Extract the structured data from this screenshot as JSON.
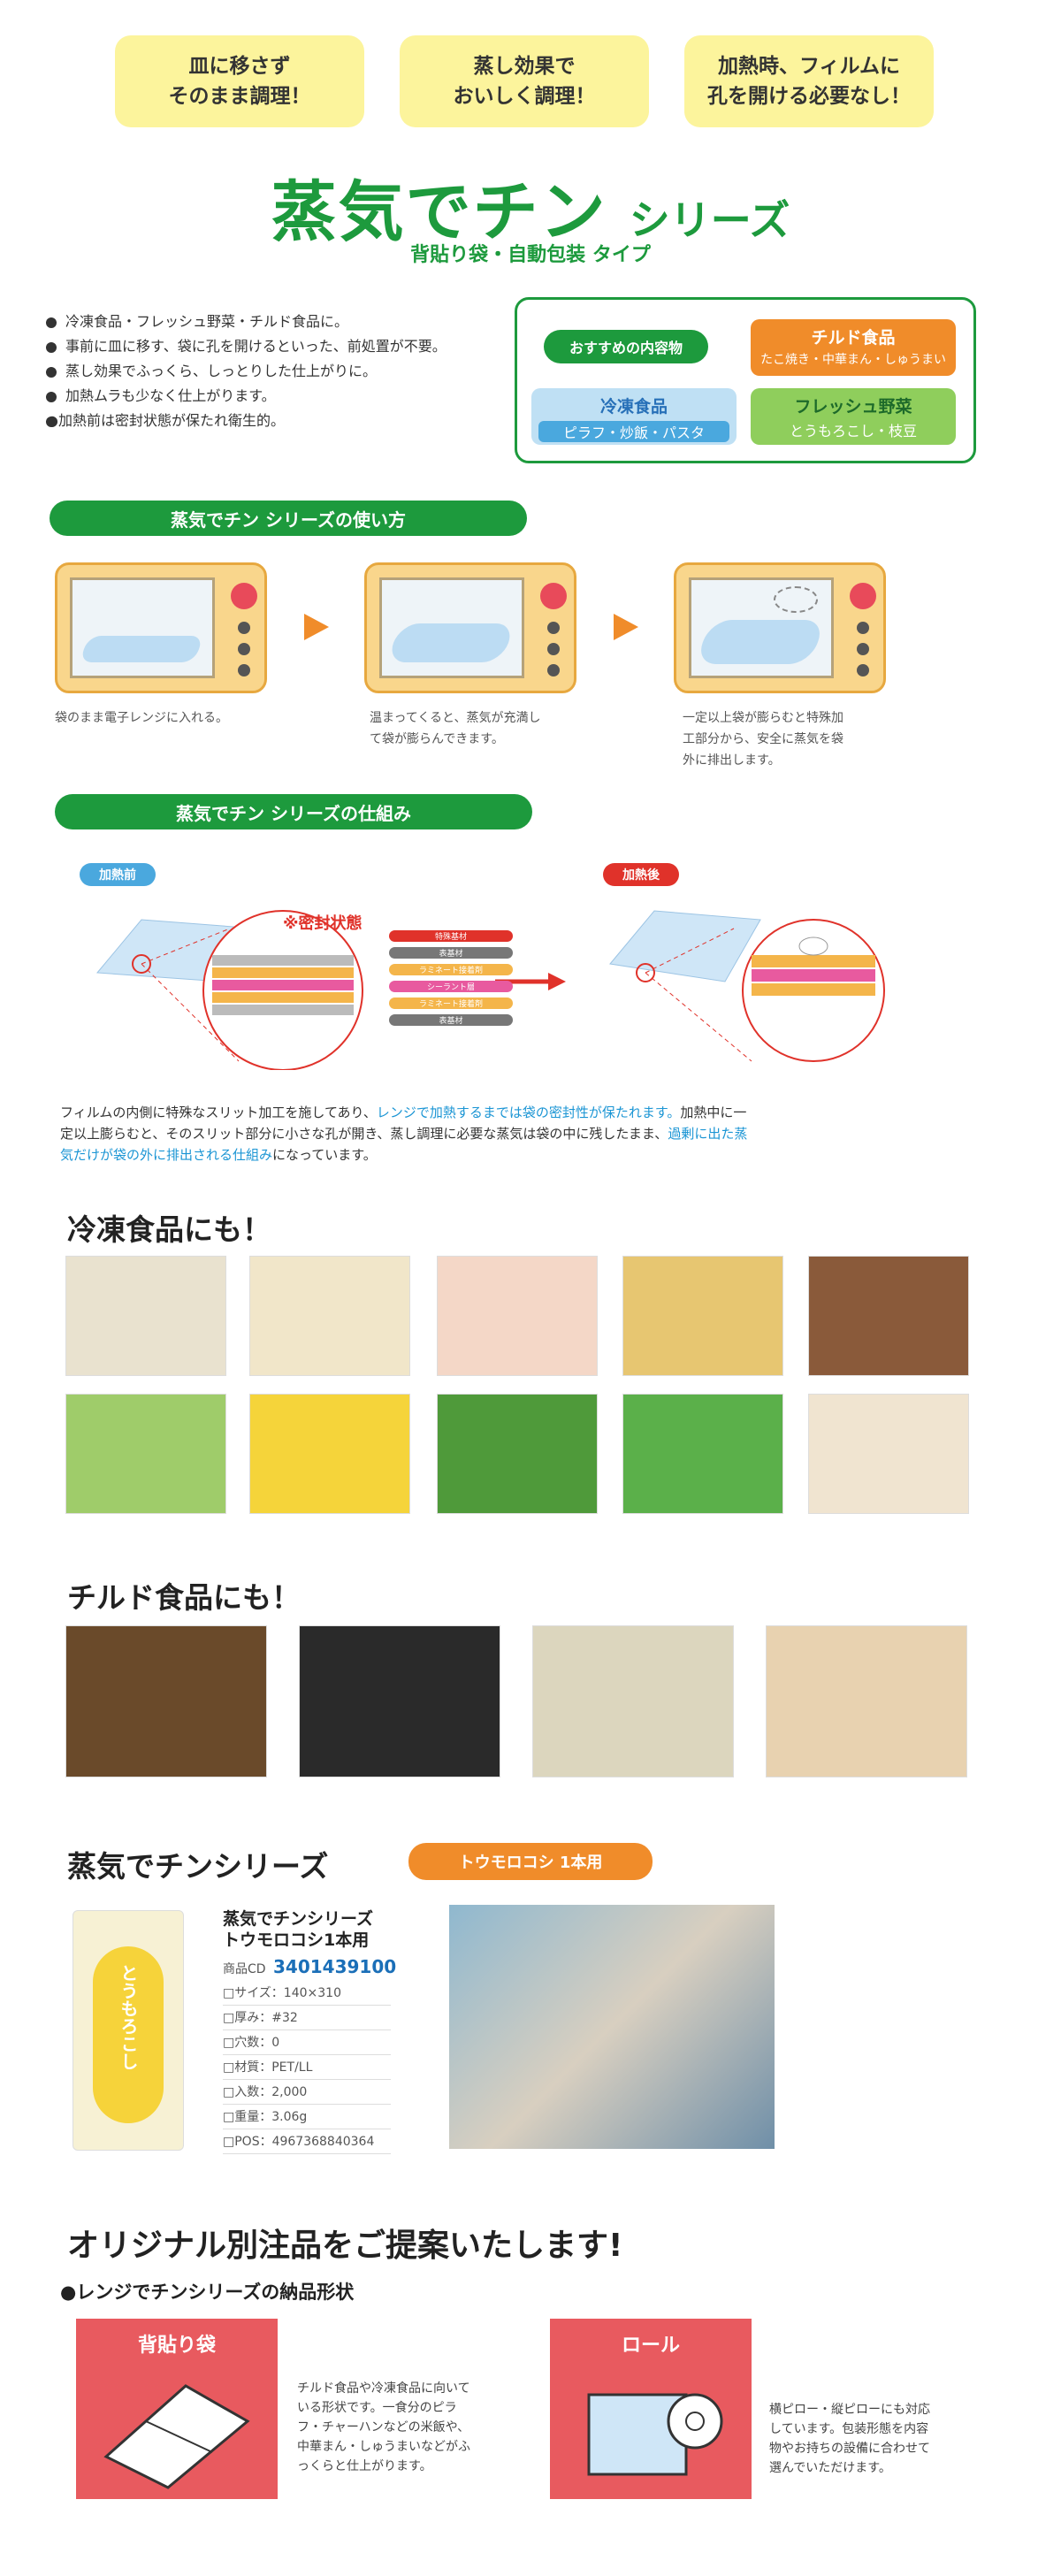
{
  "bubbles": [
    "皿に移さず\nそのまま調理！",
    "蒸し効果で\nおいしく調理！",
    "加熱時、フィルムに\n孔を開ける必要なし！"
  ],
  "series_title": "蒸気でチン",
  "series_suffix": "シリーズ",
  "series_sub": "背貼り袋・自動包装 タイプ",
  "features": [
    "冷凍食品・フレッシュ野菜・チルド食品に。",
    "事前に皿に移す、袋に孔を開けるといった、前処置が不要。",
    "蒸し効果でふっくら、しっとりした仕上がりに。",
    "加熱ムラも少なく仕上がります。",
    "●加熱前は密封状態が保たれ衛生的。"
  ],
  "recommend": {
    "label": "おすすめの内容物",
    "chilled_title": "チルド食品",
    "chilled_items": "たこ焼き・中華まん・しゅうまい",
    "frozen_title": "冷凍食品",
    "frozen_items": "ピラフ・炒飯・パスタ",
    "fresh_title": "フレッシュ野菜",
    "fresh_items": "とうもろこし・枝豆"
  },
  "howto": {
    "title": "蒸気でチン シリーズの使い方",
    "steps": [
      "袋のまま電子レンジに入れる。",
      "温まってくると、蒸気が充満し\nて袋が膨らんできます。",
      "一定以上袋が膨らむと特殊加\n工部分から、安全に蒸気を袋\n外に排出します。"
    ]
  },
  "mechanism": {
    "title": "蒸気でチン シリーズの仕組み",
    "before": "加熱前",
    "after": "加熱後",
    "sealed": "※密封状態",
    "layers": [
      "特殊基材",
      "表基材",
      "ラミネート接着剤",
      "シーラント層",
      "ラミネート接着剤",
      "表基材"
    ],
    "desc_1": "フィルムの内側に特殊なスリット加工を施してあり、",
    "desc_2": "レンジで加熱するまでは袋の密封性が保たれます。",
    "desc_3": "加熱中に一定以上膨らむと、そのスリット部分に小さな孔が開き、蒸し調理に必要な蒸気は袋の中に残したまま、",
    "desc_4": "過剰に出た蒸気だけが袋の外に排出される仕組み",
    "desc_5": "になっています。"
  },
  "frozen_section": {
    "title": "冷凍食品にも！"
  },
  "chilled_section": {
    "title": "チルド食品にも！"
  },
  "product": {
    "section_title": "蒸気でチンシリーズ",
    "badge": "トウモロコシ 1本用",
    "name_1": "蒸気でチンシリーズ",
    "name_2": "トウモロコシ1本用",
    "code_label": "商品CD",
    "code": "3401439100",
    "specs": [
      "□サイズ：140×310",
      "□厚み：#32",
      "□穴数：0",
      "□材質：PET/LL",
      "□入数：2,000",
      "□重量：3.06g",
      "□POS：4967368840364"
    ],
    "package_text": "とうもろこし"
  },
  "original": {
    "title": "オリジナル別注品をご提案いたします!",
    "subtitle": "●レンジでチンシリーズの納品形状",
    "bag_label": "背貼り袋",
    "bag_desc": "チルド食品や冷凍食品に向いて\nいる形状です。一食分のピラ\nフ・チャーハンなどの米飯や、\n中華まん・しゅうまいなどがふ\nっくらと仕上がります。",
    "roll_label": "ロール",
    "roll_desc": "横ピロー・縦ピローにも対応\nしています。包装形態を内容\n物やお持ちの設備に合わせて\n選んでいただけます。"
  },
  "colors": {
    "green": "#1d9a3d",
    "yellow": "#fcf49c",
    "orange": "#f08c2a",
    "blue": "#4aa8de",
    "pink": "#e85a5f",
    "red": "#e0322a"
  }
}
